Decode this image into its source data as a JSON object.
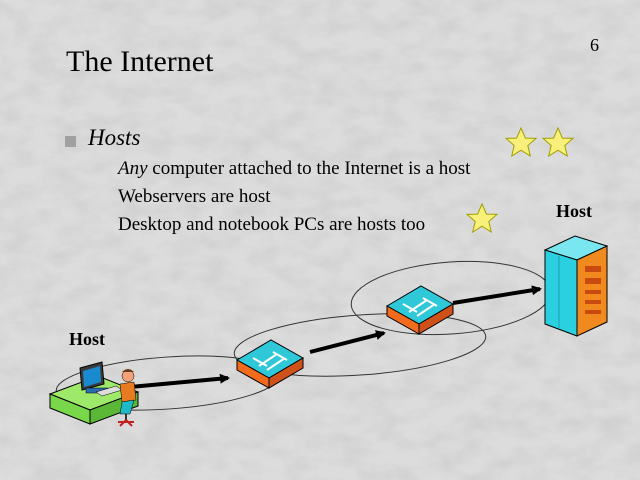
{
  "slide": {
    "page_number": "6",
    "title": "The Internet",
    "bullet": {
      "heading": "Hosts",
      "lines": [
        {
          "emphasis": "Any",
          "rest": " computer attached to the Internet is a host"
        },
        {
          "text": "Webservers are host"
        },
        {
          "text": "Desktop and notebook PCs are hosts too"
        }
      ]
    }
  },
  "diagram": {
    "server_label": "Host",
    "desktop_label": "Host",
    "icons": [
      "star-icon",
      "router-icon",
      "server-icon",
      "desktop-user-icon",
      "arrow-icon"
    ]
  },
  "colors": {
    "star_fill": "#f8f07a",
    "router_top": "#2ec8d8",
    "router_side": "#f26a1b",
    "server_front": "#2ad0e0",
    "desk": "#78d84a"
  }
}
